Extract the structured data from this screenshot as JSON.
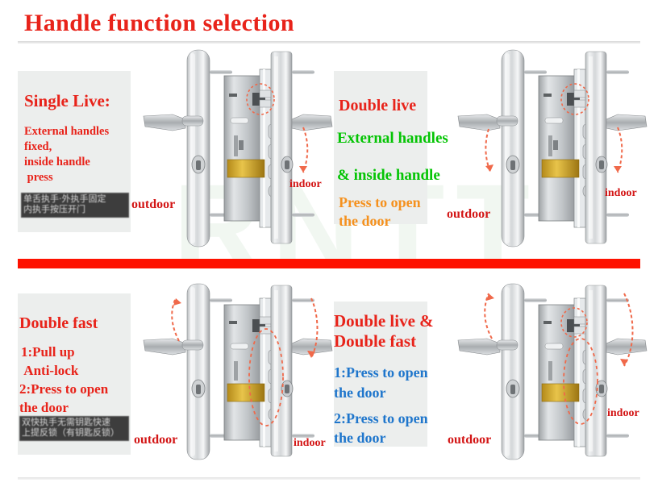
{
  "page": {
    "title": "Handle function selection",
    "title_color": "#e8231a",
    "separator_color": "#fe1100",
    "watermark_text": "RNTT"
  },
  "colors": {
    "red": "#e8231a",
    "green": "#04c404",
    "orange": "#f5911e",
    "blue": "#1f76cc",
    "door_label": "#d31616",
    "panel_bg": "#eceeed",
    "arrow": "#f0694a"
  },
  "quadrants": [
    {
      "id": "single-live",
      "heading": "Single Live:",
      "heading_color": "#e8231a",
      "lines": [
        {
          "text": "External handles",
          "color": "#e8231a"
        },
        {
          "text": "fixed,",
          "color": "#e8231a"
        },
        {
          "text": "inside handle",
          "color": "#e8231a"
        },
        {
          "text": " press",
          "color": "#e8231a"
        }
      ],
      "caption_strip": {
        "line1": "单舌执手·外执手固定",
        "line2": "内执手按压开门",
        "highlight1": "固定",
        "highlight2": "开门"
      },
      "outdoor_label": "outdoor",
      "indoor_label": "indoor"
    },
    {
      "id": "double-live",
      "heading": "Double live",
      "heading_color": "#e8231a",
      "lines": [
        {
          "text": "External handles",
          "color": "#04c404"
        },
        {
          "text": "& inside handle",
          "color": "#04c404"
        },
        {
          "text": "Press to open",
          "color": "#f5911e"
        },
        {
          "text": "the door",
          "color": "#f5911e"
        }
      ],
      "caption_strip": null,
      "outdoor_label": "outdoor",
      "indoor_label": "indoor"
    },
    {
      "id": "double-fast",
      "heading": "Double fast",
      "heading_color": "#e8231a",
      "lines": [
        {
          "text": "1:Pull up",
          "color": "#e8231a"
        },
        {
          "text": " Anti-lock",
          "color": "#e8231a"
        },
        {
          "text": "2:Press to open",
          "color": "#e8231a"
        },
        {
          "text": "the door",
          "color": "#e8231a"
        }
      ],
      "caption_strip": {
        "line1": "双快执手无需钥匙快速",
        "line2": "上提反锁（有钥匙反锁）",
        "highlight1": "",
        "highlight2": "有钥匙反锁"
      },
      "outdoor_label": "outdoor",
      "indoor_label": "indoor"
    },
    {
      "id": "double-live-double-fast",
      "heading_line1": "Double live &",
      "heading_line2": "Double fast",
      "heading_color": "#e8231a",
      "lines": [
        {
          "text": "1:Press to open",
          "color": "#1f76cc"
        },
        {
          "text": "the door",
          "color": "#1f76cc"
        },
        {
          "text": "2:Press to open",
          "color": "#1f76cc"
        },
        {
          "text": "the door",
          "color": "#1f76cc"
        }
      ],
      "caption_strip": null,
      "outdoor_label": "outdoor",
      "indoor_label": "indoor"
    }
  ]
}
